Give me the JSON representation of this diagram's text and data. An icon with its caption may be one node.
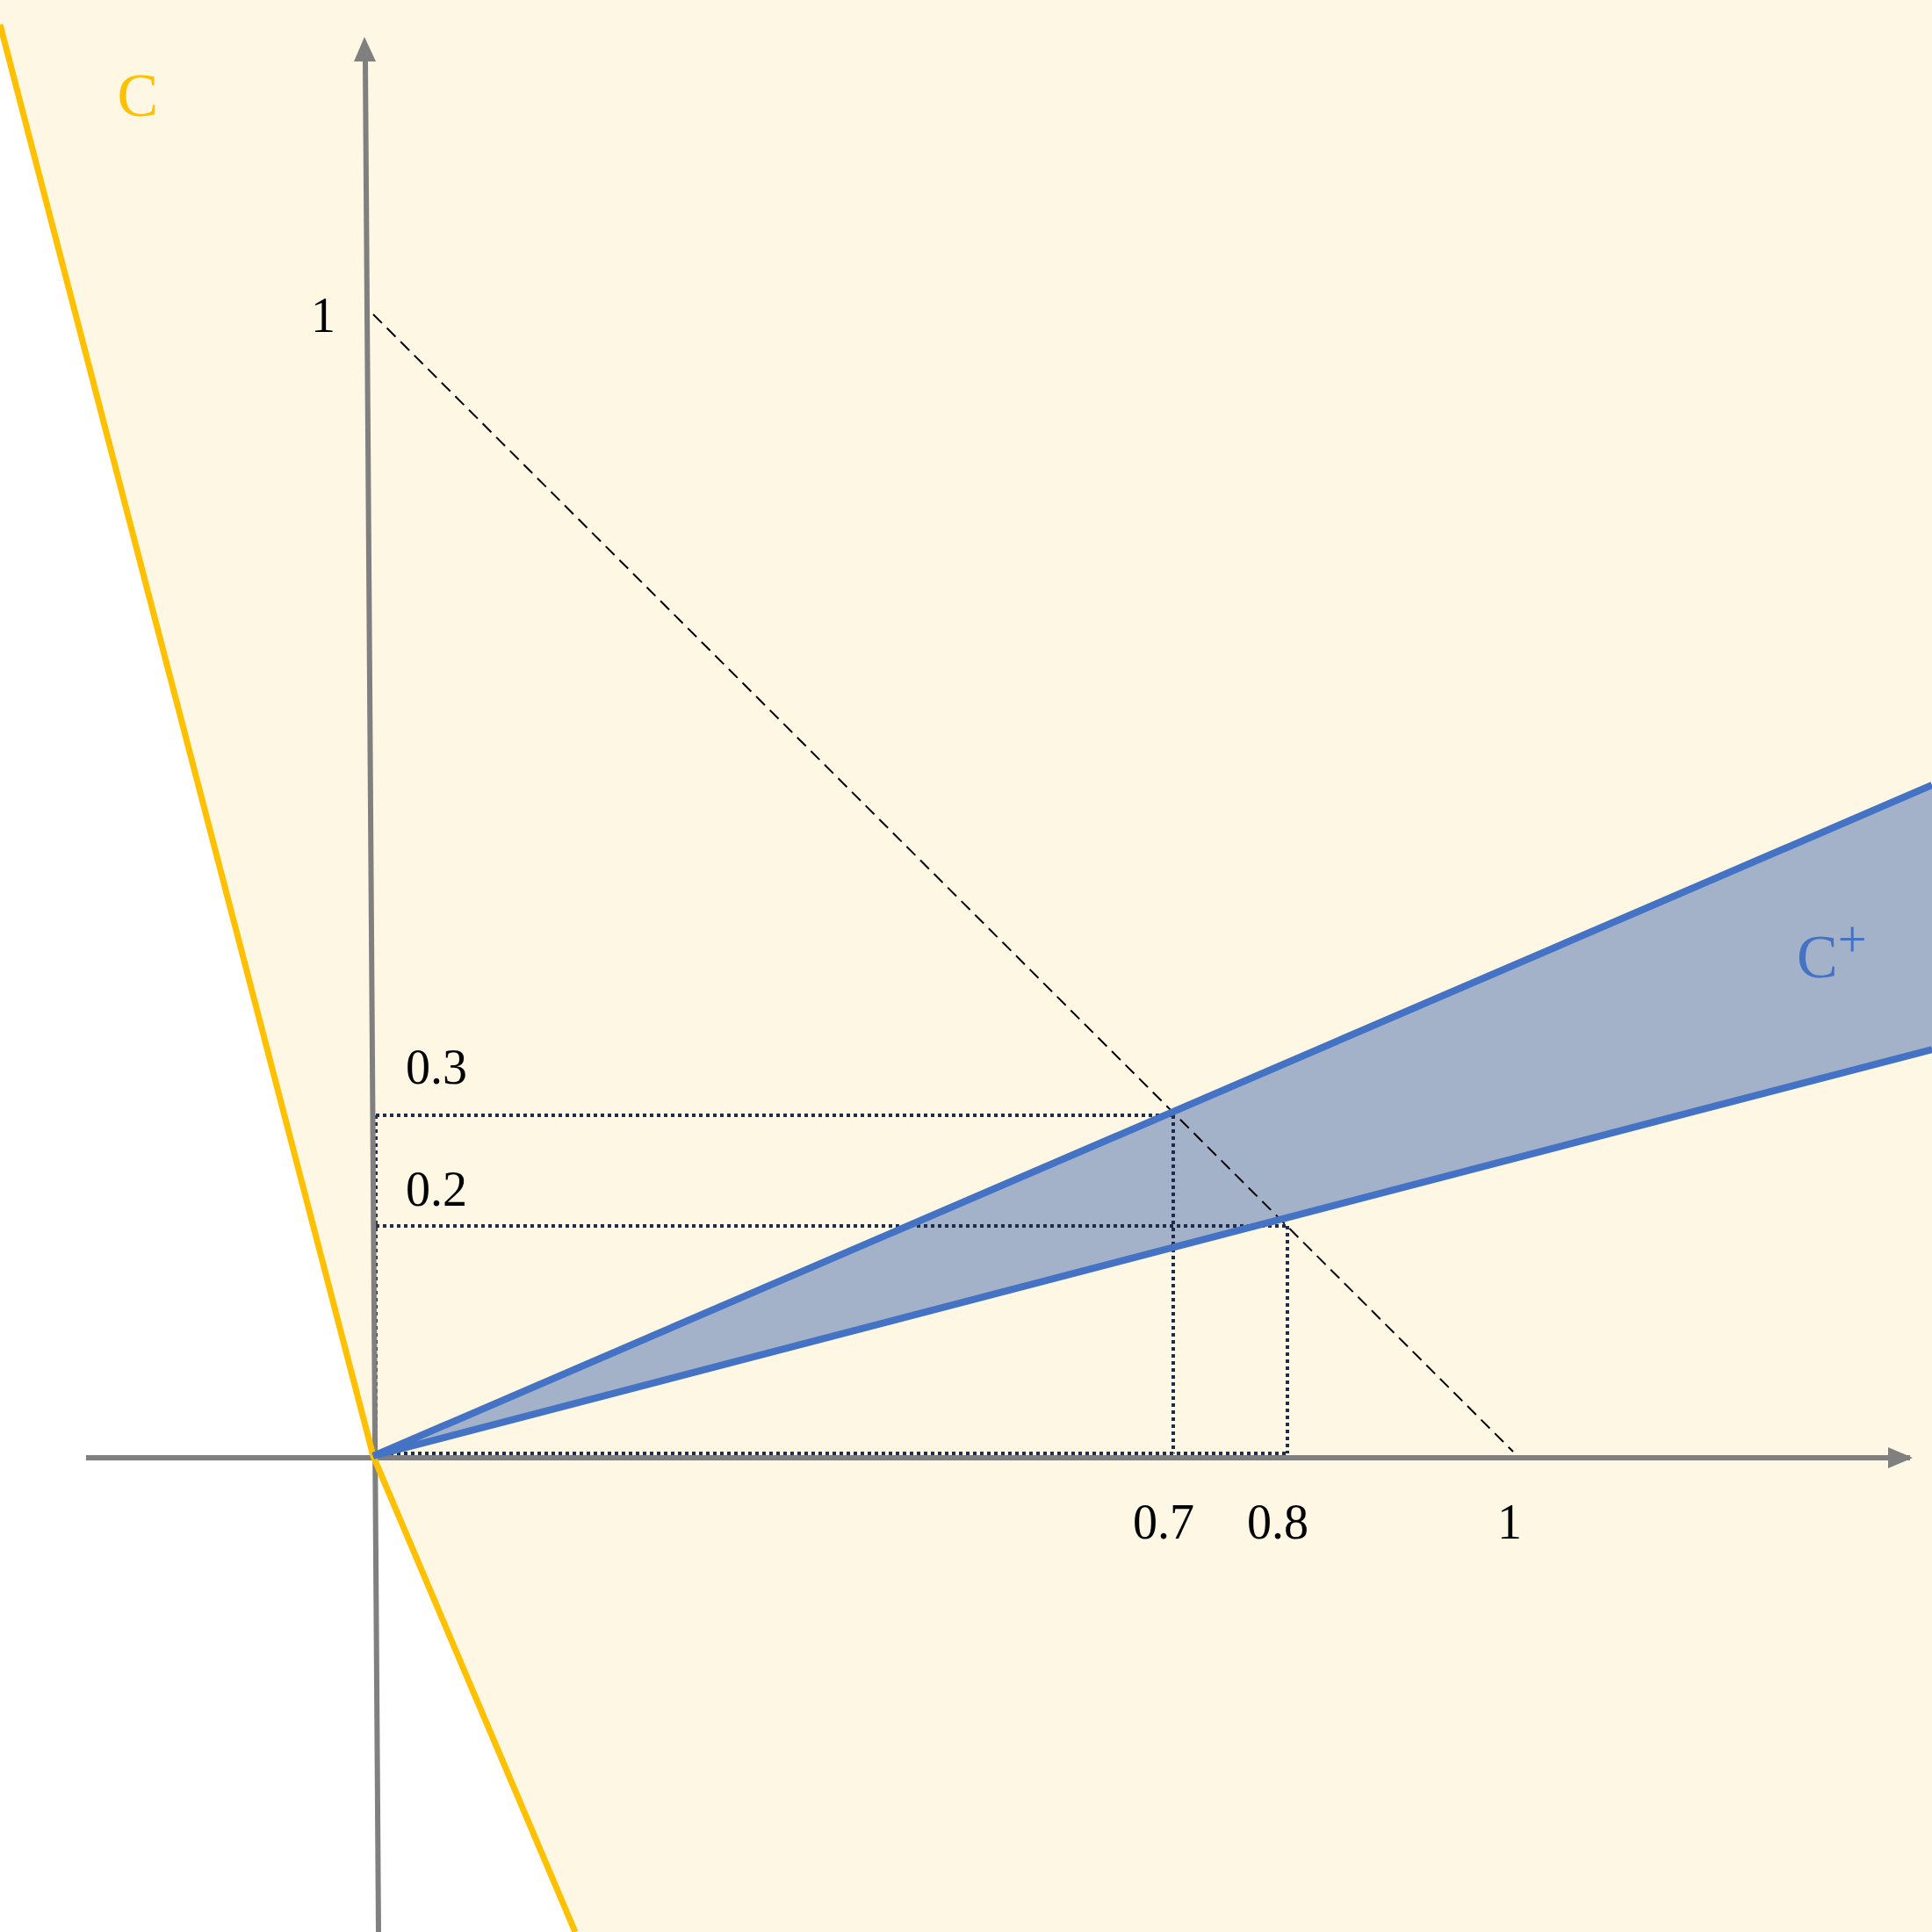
{
  "diagram": {
    "labels": [
      "C",
      "1",
      "C$^{+}$",
      "0.3",
      "0.2",
      "0.7",
      "0.8",
      "1"
    ]
  }
}
